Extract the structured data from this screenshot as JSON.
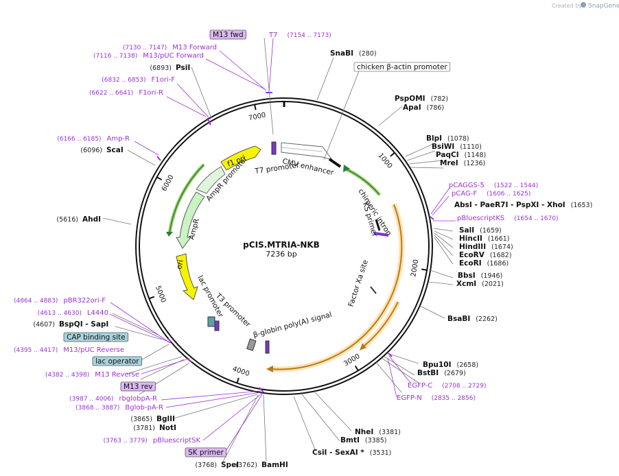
{
  "credit": {
    "prefix": "Created by",
    "brand": "SnapGene"
  },
  "plasmid": {
    "name": "pCIS.MTRIA-NKB",
    "length": "7236 bp"
  },
  "ticks": [
    "1000",
    "2000",
    "3000",
    "4000",
    "5000",
    "6000",
    "7000"
  ],
  "features": {
    "chimeric_intron": "chimeric intron",
    "cmv_enhancer": "CMV enhancer",
    "t7_promoter": "T7 promoter",
    "f1_ori": "f1 ori",
    "ampr_promoter": "AmpR promoter",
    "ampr": "AmpR",
    "ori": "ori",
    "lac_promoter": "lac promoter",
    "t3_promoter": "T3 promoter",
    "b_globin_polya": "β-globin poly(A) signal",
    "ks_primer": "KS primer",
    "factor_xa": "Factor Xa site"
  },
  "enzymes": [
    {
      "name": "SnaBI",
      "pos": "(280)"
    },
    {
      "name": "PspOMI",
      "pos": "(782)"
    },
    {
      "name": "ApaI",
      "pos": "(786)"
    },
    {
      "name": "BlpI",
      "pos": "(1078)"
    },
    {
      "name": "BsiWI",
      "pos": "(1110)"
    },
    {
      "name": "PaqCI",
      "pos": "(1148)"
    },
    {
      "name": "MreI",
      "pos": "(1236)"
    },
    {
      "name": "AbsI  -  PaeR7I  -  PspXI  -  XhoI",
      "pos": "(1653)"
    },
    {
      "name": "SalI",
      "pos": "(1659)"
    },
    {
      "name": "HincII",
      "pos": "(1661)"
    },
    {
      "name": "HindIII",
      "pos": "(1674)"
    },
    {
      "name": "EcoRV",
      "pos": "(1682)"
    },
    {
      "name": "EcoRI",
      "pos": "(1686)"
    },
    {
      "name": "BbsI",
      "pos": "(1946)"
    },
    {
      "name": "XcmI",
      "pos": "(2021)"
    },
    {
      "name": "BsaBI",
      "pos": "(2262)"
    },
    {
      "name": "Bpu10I",
      "pos": "(2658)"
    },
    {
      "name": "BstBI",
      "pos": "(2679)"
    },
    {
      "name": "NheI",
      "pos": "(3381)"
    },
    {
      "name": "BmtI",
      "pos": "(3385)"
    },
    {
      "name": "CsiI  -  SexAI *",
      "pos": "(3531)"
    },
    {
      "name": "BamHI",
      "pos": "(3762)"
    },
    {
      "name": "SpeI",
      "pos": "(3768)"
    },
    {
      "name": "NotI",
      "pos": "(3781)"
    },
    {
      "name": "BglII",
      "pos": "(3865)"
    },
    {
      "name": "BspQI  -  SapI",
      "pos": "(4607)"
    },
    {
      "name": "AhdI",
      "pos": "(5616)"
    },
    {
      "name": "ScaI",
      "pos": "(6096)"
    },
    {
      "name": "PsiI",
      "pos": "(6893)"
    }
  ],
  "primers": [
    {
      "name": "T7",
      "pos": "(7154 .. 7173)"
    },
    {
      "name": "M13 Forward",
      "pos": "(7130 .. 7147)"
    },
    {
      "name": "M13/pUC Forward",
      "pos": "(7116 .. 7138)"
    },
    {
      "name": "F1ori-F",
      "pos": "(6832 .. 6853)"
    },
    {
      "name": "F1ori-R",
      "pos": "(6622 .. 6641)"
    },
    {
      "name": "Amp-R",
      "pos": "(6166 .. 6185)"
    },
    {
      "name": "pCAGGS-5",
      "pos": "(1522 .. 1544)"
    },
    {
      "name": "pCAG-F",
      "pos": "(1606 .. 1625)"
    },
    {
      "name": "pBluescriptKS",
      "pos": "(1654 .. 1670)"
    },
    {
      "name": "EGFP-C",
      "pos": "(2708 .. 2729)"
    },
    {
      "name": "EGFP-N",
      "pos": "(2835 .. 2856)"
    },
    {
      "name": "pBR322ori-F",
      "pos": "(4864 .. 4883)"
    },
    {
      "name": "L4440",
      "pos": "(4613 .. 4630)"
    },
    {
      "name": "M13/pUC Reverse",
      "pos": "(4395 .. 4417)"
    },
    {
      "name": "M13 Reverse",
      "pos": "(4382 .. 4398)"
    },
    {
      "name": "rbglobpA-R",
      "pos": "(3987 .. 4006)"
    },
    {
      "name": "Bglob-pA-R",
      "pos": "(3868 .. 3887)"
    },
    {
      "name": "pBluescriptSK",
      "pos": "(3763 .. 3779)"
    }
  ],
  "boxes": [
    {
      "text": "M13 fwd"
    },
    {
      "text": "chicken β-actin promoter"
    },
    {
      "text": "CAP binding site"
    },
    {
      "text": "lac operator"
    },
    {
      "text": "M13 rev"
    },
    {
      "text": "SK primer"
    }
  ],
  "colors": {
    "primer": "#9b30d8",
    "primer_box_fill": "#dcb8f3",
    "site_box_fill": "#a8d3de"
  }
}
